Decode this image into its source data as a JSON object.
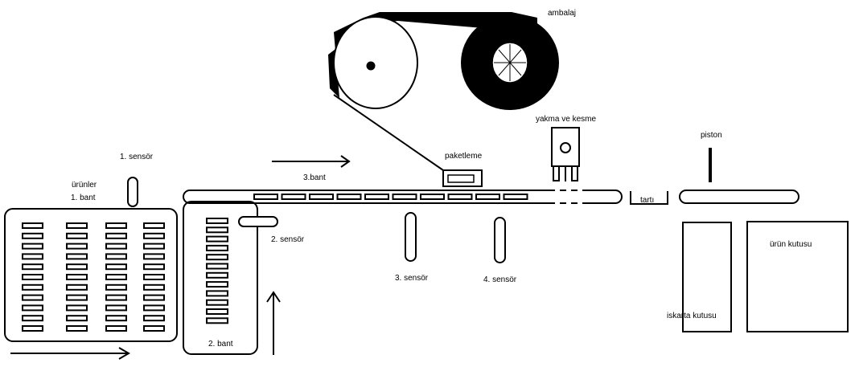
{
  "labels": {
    "urunler": "ürünler",
    "bant1": "1. bant",
    "sensor1": "1. sensör",
    "bant3": "3.bant",
    "ambalaj": "ambalaj",
    "paketleme": "paketleme",
    "yakma_kesme": "yakma ve kesme",
    "piston": "piston",
    "tarti": "tartı",
    "sensor2": "2. sensör",
    "sensor3": "3. sensör",
    "sensor4": "4. sensör",
    "bant2": "2. bant",
    "urun_kutusu": "ürün kutusu",
    "iskarta_kutusu": "iskarta kutusu"
  },
  "colors": {
    "ink": "#000000",
    "paper": "#ffffff"
  }
}
